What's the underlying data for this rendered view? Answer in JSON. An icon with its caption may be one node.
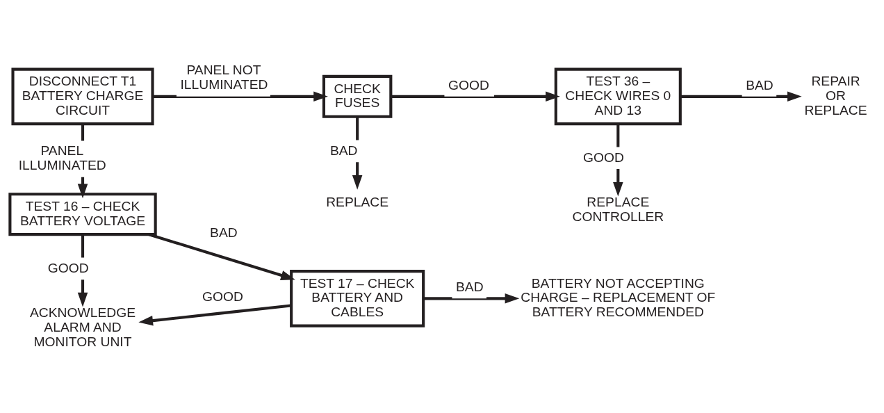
{
  "diagram": {
    "nodes": [
      {
        "text": [
          "DISCONNECT T1 BATTERY CHARGE CIRCUIT"
        ]
      },
      {
        "text": [
          "CHECK FUSES"
        ]
      },
      {
        "text": [
          "TEST 36 – CHECK WIRES 0 AND 13"
        ]
      },
      {
        "text": [
          "REPAIR OR REPLACE"
        ]
      },
      {
        "text": [
          "REPLACE CONTROLLER"
        ]
      },
      {
        "text": [
          "REPLACE"
        ]
      },
      {
        "text": [
          "TEST 16 – CHECK BATTERY VOLTAGE"
        ]
      },
      {
        "text": [
          "TEST 17 – CHECK BATTERY AND CABLES"
        ]
      },
      {
        "text": [
          "BATTERY NOT ACCEPTING CHARGE – REPLACEMENT OF BATTERY RECOMMENDED"
        ]
      },
      {
        "text": [
          "ACKNOWLEDGE ALARM AND MONITOR UNIT"
        ]
      }
    ],
    "edges": [
      {
        "from": 0,
        "to": 1,
        "arrow": "to",
        "label": "PANEL NOT ILLUMINATED"
      },
      {
        "from": 1,
        "to": 2,
        "arrow": "to",
        "label": "GOOD"
      },
      {
        "from": 1,
        "to": 5,
        "arrow": "to",
        "label": "BAD"
      },
      {
        "from": 2,
        "to": 3,
        "arrow": "to",
        "label": "BAD"
      },
      {
        "from": 2,
        "to": 4,
        "arrow": "to",
        "label": "GOOD"
      },
      {
        "from": 0,
        "to": 6,
        "arrow": "to",
        "label": "PANEL ILLUMINATED"
      },
      {
        "from": 6,
        "to": 7,
        "arrow": "to",
        "label": "BAD"
      },
      {
        "from": 7,
        "to": 8,
        "arrow": "to",
        "label": "BAD"
      },
      {
        "from": 6,
        "to": 9,
        "arrow": "to",
        "label": "GOOD"
      },
      {
        "from": 7,
        "to": 9,
        "arrow": "to",
        "label": "GOOD"
      }
    ]
  }
}
